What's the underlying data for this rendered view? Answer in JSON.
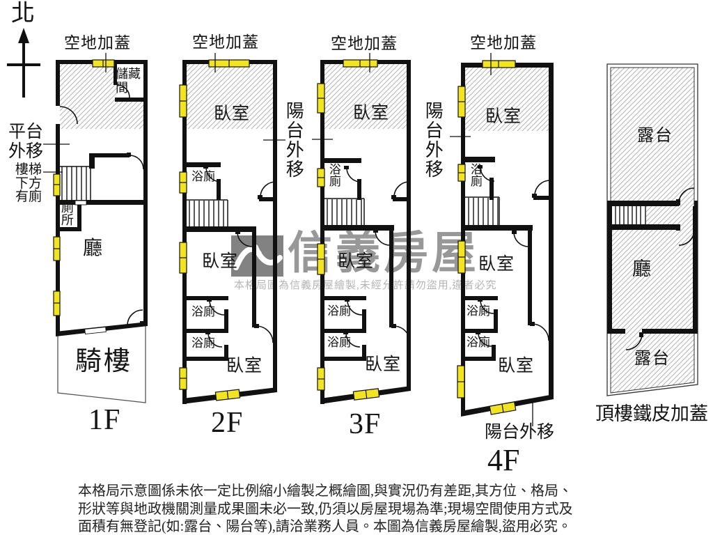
{
  "compass": {
    "north": "北"
  },
  "floors": {
    "f1": {
      "label": "1F",
      "top_note": "空地加蓋",
      "platform_note": "平台外移",
      "stairs_note": "樓梯下方有廁",
      "rooms": {
        "storage": "儲藏間",
        "toilet": "廁所",
        "living": "廳",
        "arcade": "騎樓"
      }
    },
    "f2": {
      "label": "2F",
      "top_note": "空地加蓋",
      "rooms": {
        "bedroom_front": "臥室",
        "bath_front": "浴廁",
        "bedroom_mid": "臥室",
        "bath_upper": "浴廁",
        "bath_lower": "浴廁",
        "bedroom_rear": "臥室"
      }
    },
    "f3": {
      "label": "3F",
      "top_note": "空地加蓋",
      "rooms": {
        "bedroom_front": "臥室",
        "bath_front": "浴廁",
        "bedroom_mid": "臥室",
        "bath_upper": "浴廁",
        "bath_lower": "浴廁",
        "bedroom_rear": "臥室"
      }
    },
    "f4": {
      "label": "4F",
      "top_note": "空地加蓋",
      "balcony_note": "陽台外移",
      "rooms": {
        "bedroom_front": "臥室",
        "bath_front": "浴廁",
        "bedroom_mid": "臥室",
        "bath_upper": "浴廁",
        "bath_lower": "浴廁",
        "bedroom_rear": "臥室"
      }
    },
    "roof": {
      "label": "頂樓鐵皮加蓋",
      "rooms": {
        "terrace_top": "露台",
        "hall": "廳",
        "terrace_bottom": "露台"
      }
    }
  },
  "side_notes": {
    "balcony_2f_3f": "陽台外移",
    "balcony_4f": "陽台外移"
  },
  "watermark": {
    "brand": "信義房屋",
    "notice": "本格局圖為信義房屋繪製,未經允許請勿盜用,違者必究"
  },
  "disclaimer": {
    "line1": "本格局示意圖係未依一定比例縮小繪製之概繪圖,與實況仍有差距,其方位、格局、",
    "line2": "形狀等與地政機關測量成果圖未必一致,仍須以房屋現場為準;現場空間使用方式及",
    "line3": "面積有無登記(如:露台、陽台等),請洽業務人員。本圖為信義房屋繪製,盜用必究。"
  },
  "colors": {
    "wall": "#111111",
    "window_fill": "#f2e41f",
    "hatch_line": "#b3b3b3",
    "watermark_text": "#989898",
    "watermark_notice": "#b5b5b5",
    "logo_gray": "#828282"
  }
}
